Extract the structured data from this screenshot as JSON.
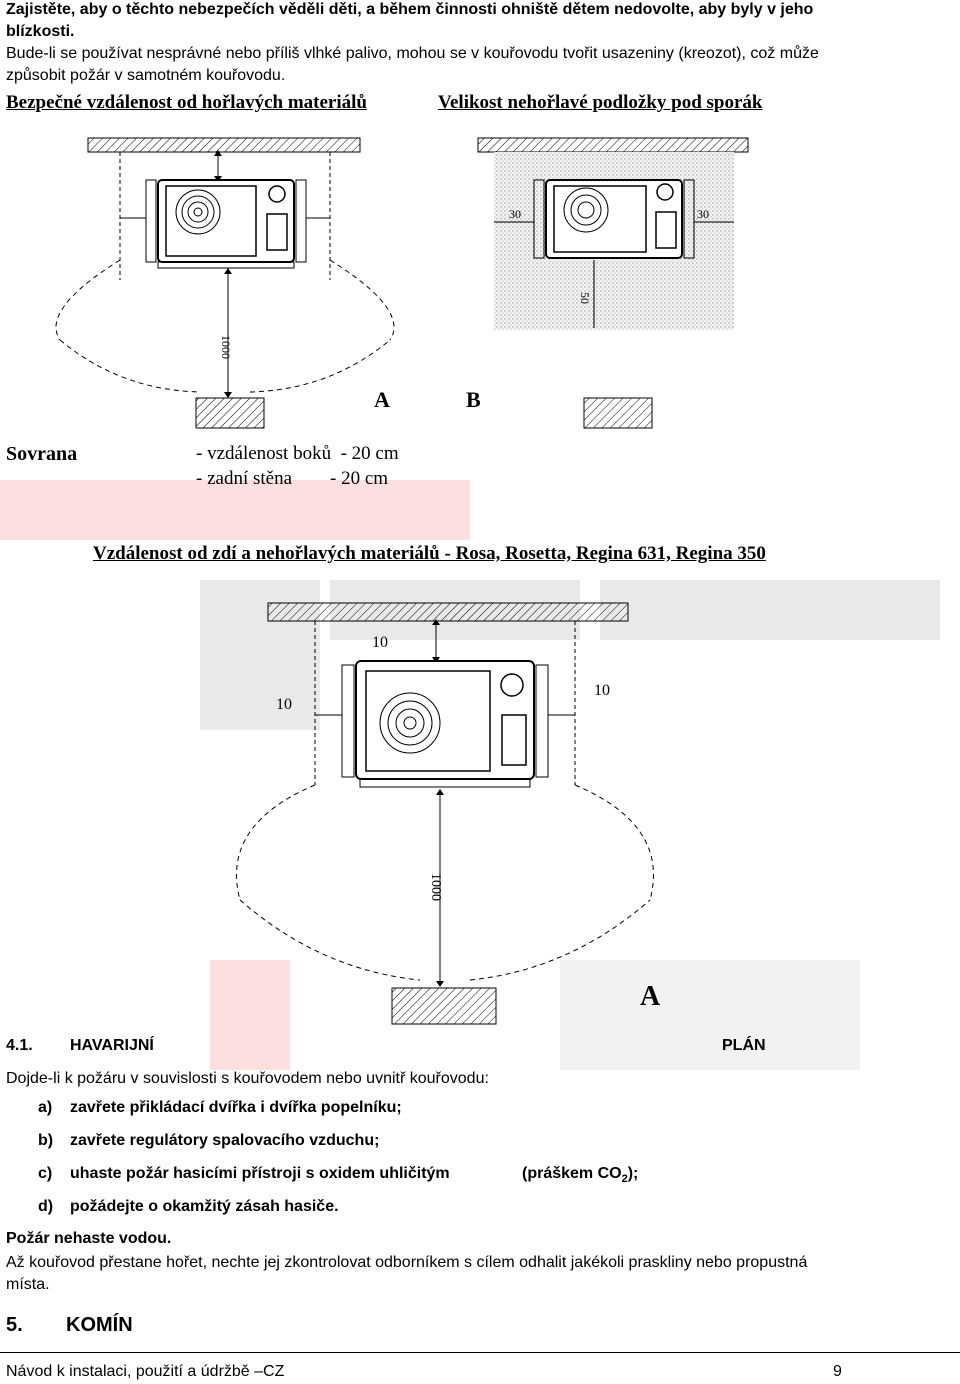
{
  "intro": {
    "line1": "Zajistěte, aby o těchto nebezpečích věděli děti, a během činnosti ohniště dětem nedovolte, aby byly v jeho",
    "line2": "blízkosti.",
    "line3": "Bude-li se používat nesprávné nebo příliš vlhké palivo, mohou se v kouřovodu tvořit usazeniny (kreozot), což může",
    "line4": "způsobit požár v samotném kouřovodu."
  },
  "section1": {
    "heading_left": "Bezpečné vzdálenost od hořlavých materiálů",
    "heading_right": "Velikost nehořlavé podložky pod sporák",
    "fig_a_dim": "1000",
    "fig_b_dim_left": "30",
    "fig_b_dim_right": "30",
    "fig_b_dim_front": "50",
    "label_a": "A",
    "label_b": "B"
  },
  "sovrana": {
    "name": "Sovrana",
    "line1": "- vzdálenost boků  - 20 cm",
    "line2": "- zadní stěna        - 20 cm"
  },
  "section2": {
    "heading": "Vzdálenost od zdí a nehořlavých materiálů - Rosa, Rosetta, Regina 631, Regina 350",
    "dim_top": "10",
    "dim_left": "10",
    "dim_right": "10",
    "dim_front": "1000",
    "label_a": "A"
  },
  "emergency": {
    "number": "4.1.",
    "title_left": "HAVARIJNÍ",
    "title_right": "PLÁN",
    "intro": "Dojde-li k požáru v souvislosti s kouřovodem nebo uvnitř kouřovodu:",
    "items": [
      {
        "label": "a)",
        "text": "zavřete přikládací dvířka i dvířka popelníku;"
      },
      {
        "label": "b)",
        "text": "zavřete regulátory spalovacího vzduchu;"
      },
      {
        "label": "c)",
        "text": "uhaste požár hasicími přístroji s oxidem uhličitým",
        "extra": "(práškem CO",
        "sub": "2",
        "end": ");"
      },
      {
        "label": "d)",
        "text": "požádejte o okamžitý zásah hasiče."
      }
    ],
    "note1": "Požár nehaste vodou.",
    "note2": "Až kouřovod přestane hořet, nechte jej zkontrolovat odborníkem s cílem odhalit jakékoli praskliny nebo propustná",
    "note3": "místa."
  },
  "chapter": {
    "number": "5.",
    "title": "KOMÍN"
  },
  "footer": {
    "left": "Návod k instalaci, použití a údržbě –CZ",
    "page": "9"
  }
}
